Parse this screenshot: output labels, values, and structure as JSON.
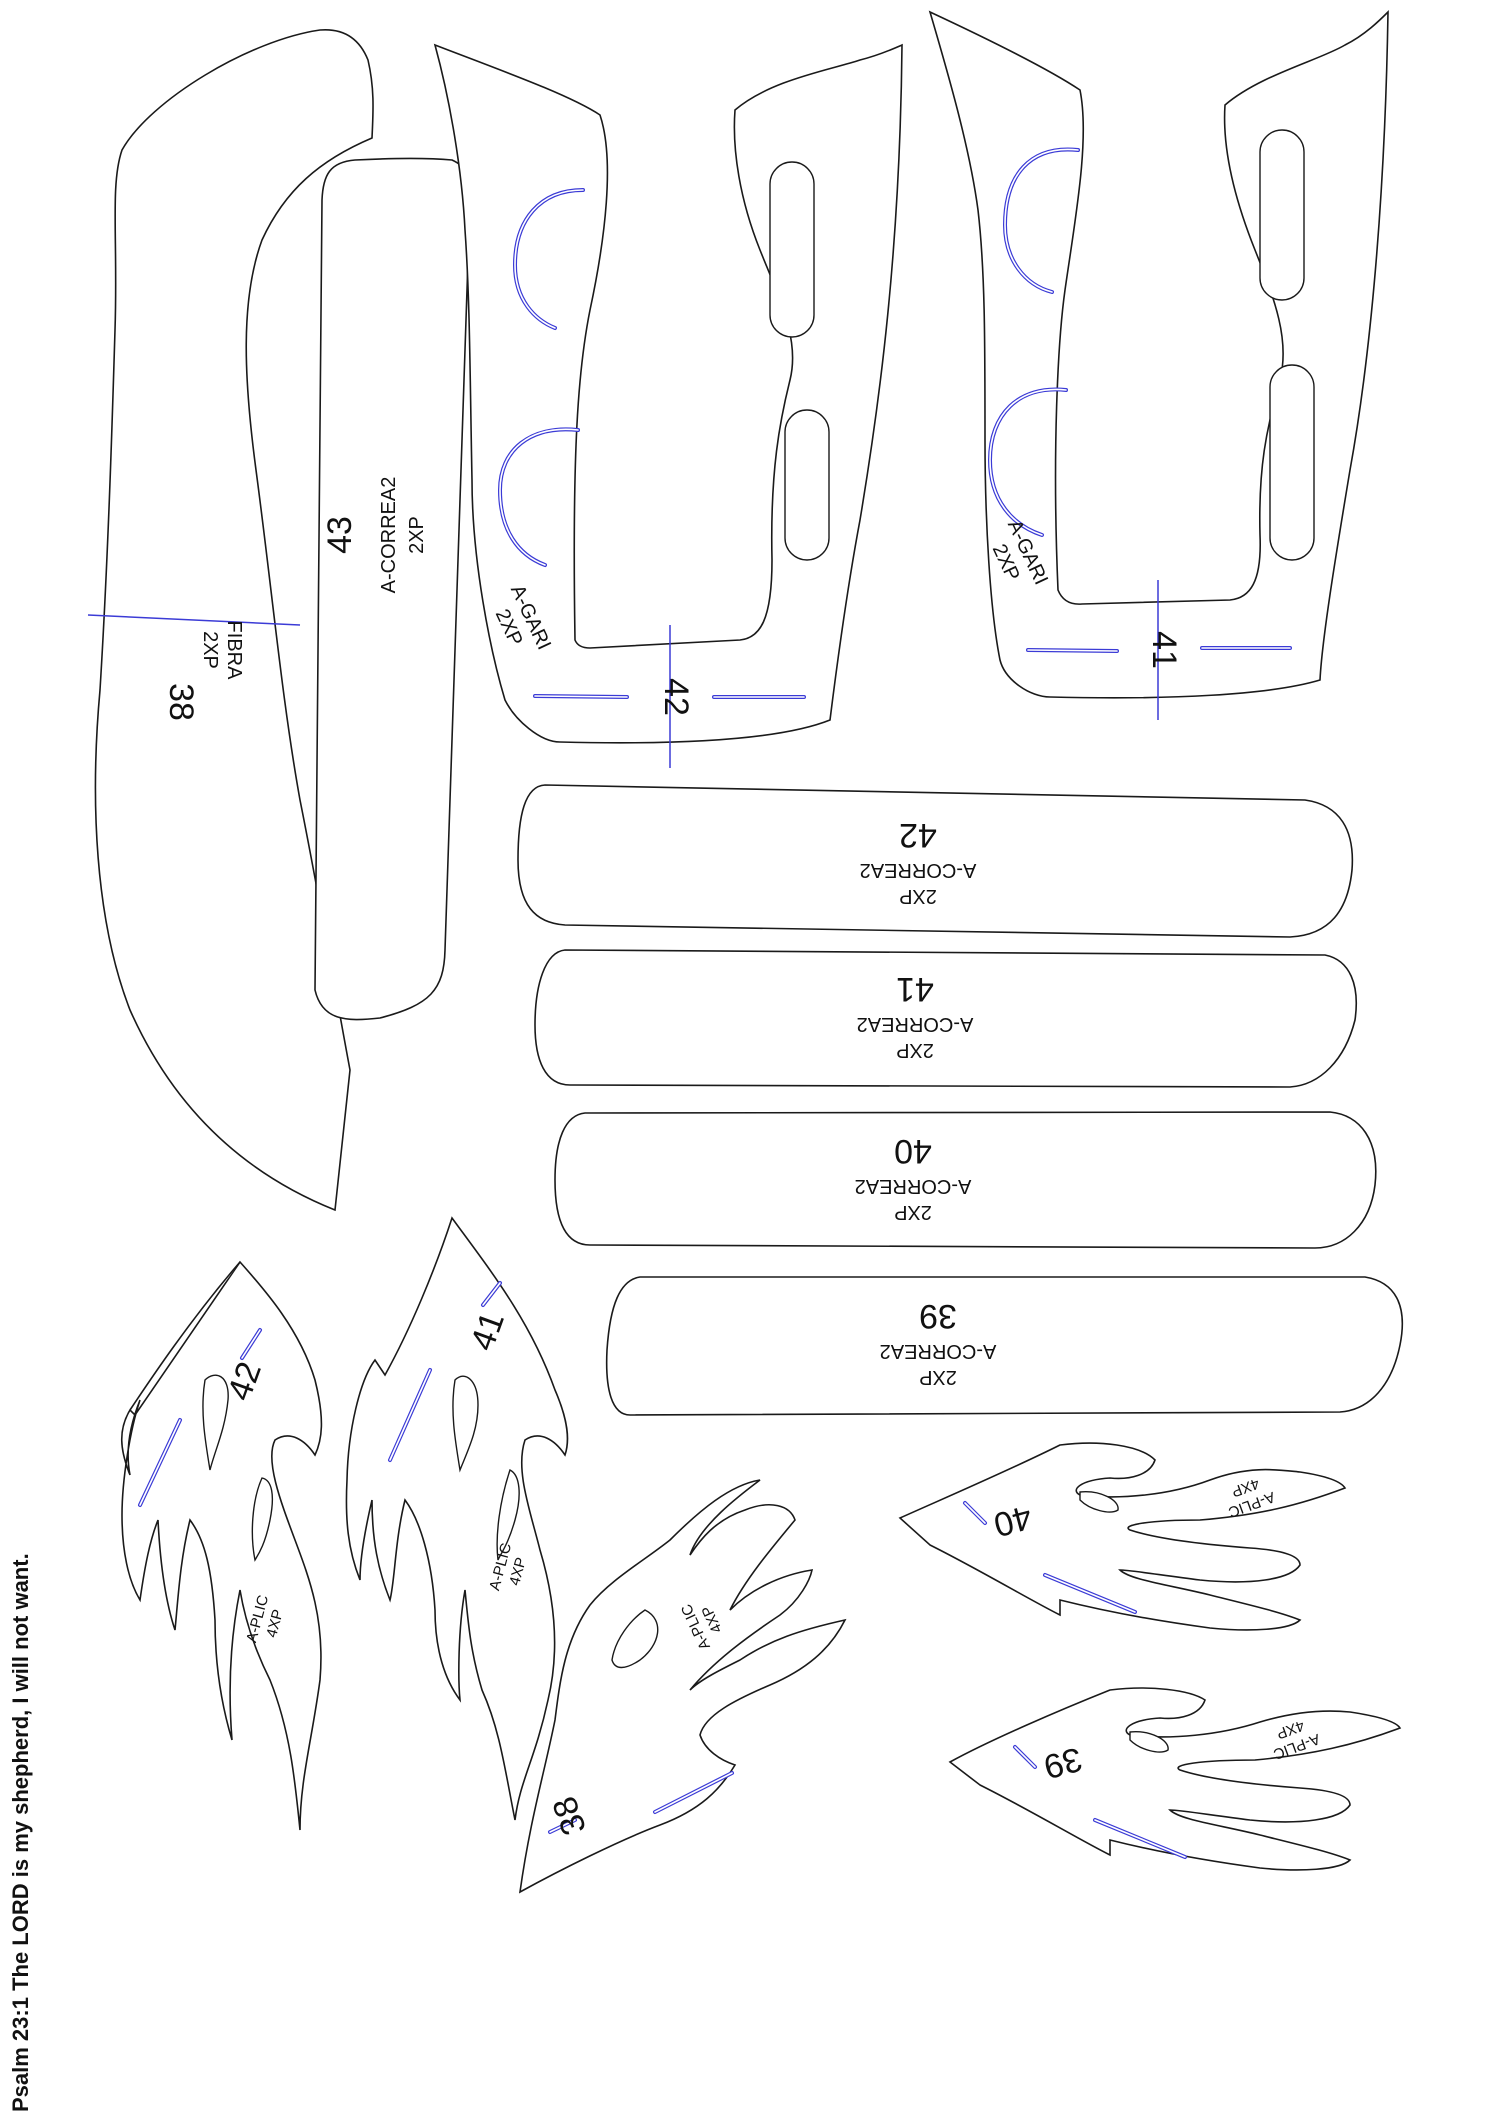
{
  "verse": "Psalm 23:1 The LORD is my shepherd, I will not want.",
  "colors": {
    "outline": "#1a1a1a",
    "guide": "#3b3bd6",
    "background": "#ffffff"
  },
  "pieces": {
    "fibra": {
      "number": "38",
      "name": "FIBRA",
      "qty": "2XP"
    },
    "correa43": {
      "number": "43",
      "name": "A-CORREA2",
      "qty": "2XP"
    },
    "gari42": {
      "number": "42",
      "name": "A-GARI",
      "qty": "2XP"
    },
    "gari41": {
      "number": "41",
      "name": "A-GARI",
      "qty": "2XP"
    },
    "correa42": {
      "number": "42",
      "name": "A-CORREA2",
      "qty": "2XP"
    },
    "correa41": {
      "number": "41",
      "name": "A-CORREA2",
      "qty": "2XP"
    },
    "correa40": {
      "number": "40",
      "name": "A-CORREA2",
      "qty": "2XP"
    },
    "correa39": {
      "number": "39",
      "name": "A-CORREA2",
      "qty": "2XP"
    },
    "plic42": {
      "number": "42",
      "name": "A-PLIC",
      "qty": "4XP"
    },
    "plic41": {
      "number": "41",
      "name": "A-PLIC",
      "qty": "4XP"
    },
    "plic38": {
      "number": "38",
      "name": "A-PLIC",
      "qty": "4XP"
    },
    "plic40": {
      "number": "40",
      "name": "A-PLIC",
      "qty": "4XP"
    },
    "plic39": {
      "number": "39",
      "name": "A-PLIC",
      "qty": "4XP"
    }
  }
}
